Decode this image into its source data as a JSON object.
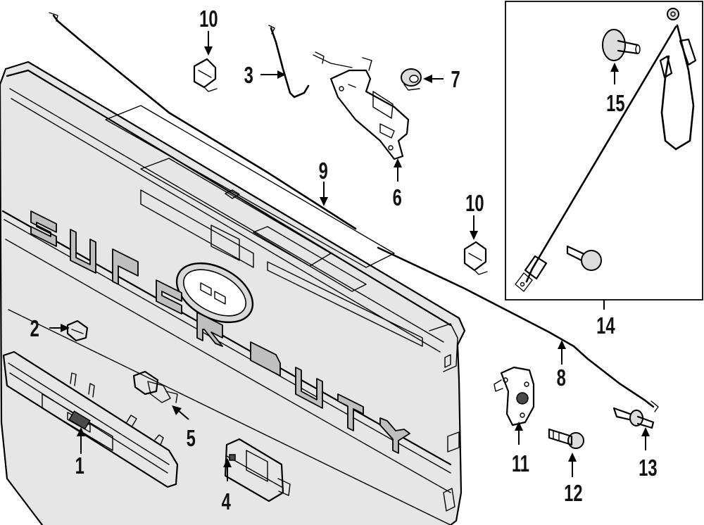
{
  "callouts": [
    {
      "id": "1",
      "label": "1"
    },
    {
      "id": "2",
      "label": "2"
    },
    {
      "id": "3",
      "label": "3"
    },
    {
      "id": "4",
      "label": "4"
    },
    {
      "id": "5",
      "label": "5"
    },
    {
      "id": "6",
      "label": "6"
    },
    {
      "id": "7",
      "label": "7"
    },
    {
      "id": "8",
      "label": "8"
    },
    {
      "id": "9",
      "label": "9"
    },
    {
      "id": "10a",
      "label": "10"
    },
    {
      "id": "10b",
      "label": "10"
    },
    {
      "id": "11",
      "label": "11"
    },
    {
      "id": "12",
      "label": "12"
    },
    {
      "id": "13",
      "label": "13"
    },
    {
      "id": "14",
      "label": "14"
    },
    {
      "id": "15",
      "label": "15"
    }
  ],
  "tailgate_lettering": [
    "S",
    "U",
    "P",
    "E",
    "R",
    "D",
    "U",
    "T",
    "Y"
  ]
}
